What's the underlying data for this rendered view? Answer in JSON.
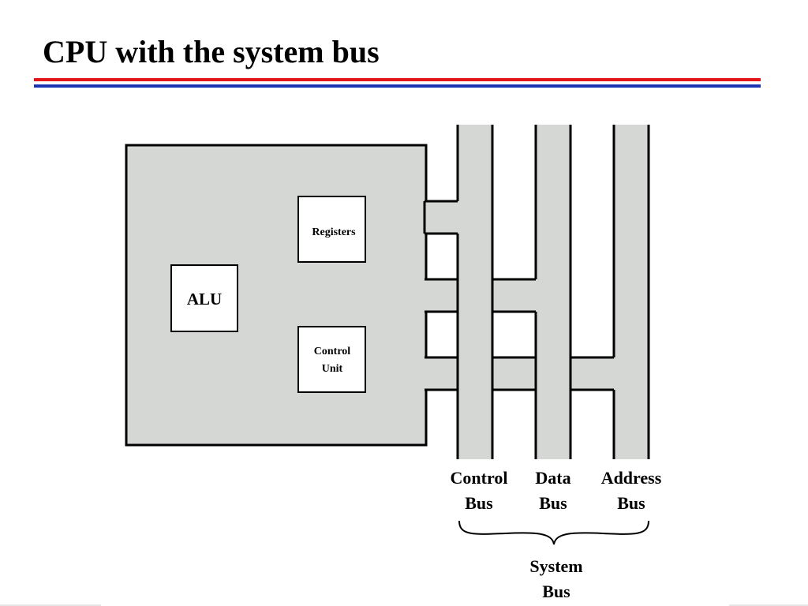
{
  "slide": {
    "title": "CPU with the system bus",
    "accent_red": "#e3161b",
    "accent_blue": "#1a33b3"
  },
  "diagram": {
    "cpu": {
      "alu_label": "ALU",
      "registers_label": "Registers",
      "control_unit_label_line1": "Control",
      "control_unit_label_line2": "Unit"
    },
    "buses": {
      "control": {
        "line1": "Control",
        "line2": "Bus"
      },
      "data": {
        "line1": "Data",
        "line2": "Bus"
      },
      "address": {
        "line1": "Address",
        "line2": "Bus"
      }
    },
    "system_bus": {
      "line1": "System",
      "line2": "Bus"
    },
    "fill_color": "#d4d7d4"
  }
}
